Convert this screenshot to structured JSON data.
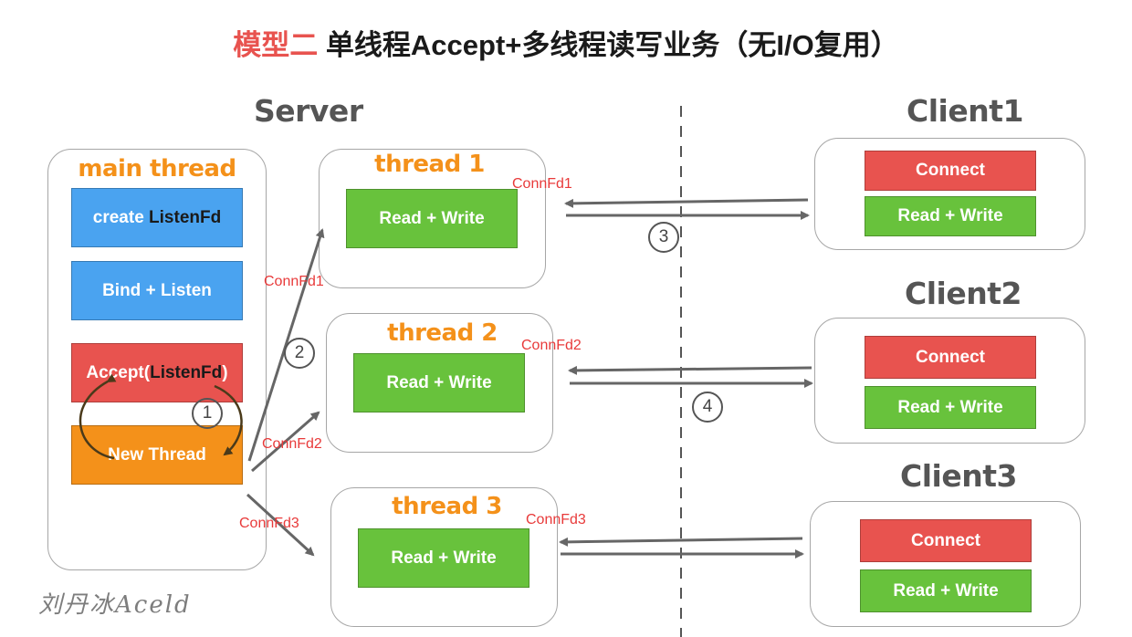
{
  "title": {
    "highlight": "模型二",
    "rest": "单线程Accept+多线程读写业务（无I/O复用）"
  },
  "server_label": "Server",
  "main_thread": {
    "label": "main thread",
    "create_prefix": "create ",
    "create_emph": "ListenFd",
    "bind_listen": "Bind + Listen",
    "accept_prefix": "Accept(",
    "accept_emph": "ListenFd",
    "accept_suffix": ")",
    "new_thread": "New Thread"
  },
  "threads": [
    {
      "label": "thread 1",
      "box": "Read + Write",
      "connfd": "ConnFd1"
    },
    {
      "label": "thread 2",
      "box": "Read + Write",
      "connfd": "ConnFd2"
    },
    {
      "label": "thread 3",
      "box": "Read + Write",
      "connfd": "ConnFd3"
    }
  ],
  "dispatch_labels": [
    "ConnFd1",
    "ConnFd2",
    "ConnFd3"
  ],
  "clients": [
    {
      "label": "Client1",
      "connect": "Connect",
      "rw": "Read + Write"
    },
    {
      "label": "Client2",
      "connect": "Connect",
      "rw": "Read + Write"
    },
    {
      "label": "Client3",
      "connect": "Connect",
      "rw": "Read + Write"
    }
  ],
  "steps": [
    "1",
    "2",
    "3",
    "4"
  ],
  "watermark": "刘丹冰Aceld",
  "colors": {
    "accent_red": "#e8534f",
    "blue": "#4aa3f0",
    "green": "#68c23c",
    "orange": "#f4911a"
  }
}
